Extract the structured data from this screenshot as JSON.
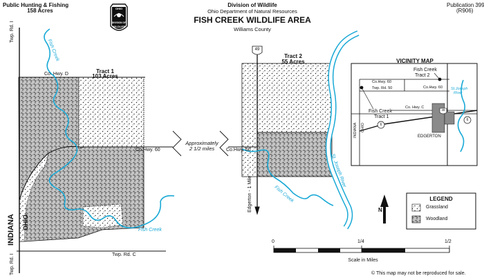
{
  "header": {
    "top_left_line1": "Public Hunting & Fishing",
    "top_left_line2": "158 Acres",
    "division": "Division of Wildlife",
    "department": "Ohio Department of Natural Resources",
    "title": "FISH CREEK WILDLIFE AREA",
    "county": "Williams County",
    "publication_line1": "Publication 399",
    "publication_line2": "(R906)",
    "logo_top": "OHIO",
    "logo_mid": "DIVISION OF",
    "logo_bottom": "WILDLIFE"
  },
  "labels": {
    "twp_rd_i_top": "Twp. Rd. I",
    "twp_rd_i_bottom": "Twp. Rd. I",
    "fish_creek_top": "Fish Creek",
    "fish_creek_bottom": "Fish Creek",
    "fish_creek_tract2": "Fish Creek",
    "co_hwy_d": "Co. Hwy. D",
    "tract1_name": "Tract 1",
    "tract1_acres": "103 Acres",
    "tract2_name": "Tract 2",
    "tract2_acres": "55 Acres",
    "co_hwy_60_left": "Co.Hwy. 60",
    "co_hwy_60_right": "Co.Hwy. 60",
    "approx_line1": "Approximately",
    "approx_line2": "2 1/2 miles",
    "route_49": "49",
    "edgerton": "Edgerton - 1 Mile",
    "st_joseph_river": "St. Joseph River",
    "indiana": "INDIANA",
    "ohio": "OHIO",
    "twp_rd_c": "Twp. Rd. C",
    "copyright": "© This map may not be reproduced for sale."
  },
  "vicinity_map": {
    "title": "VICINITY MAP",
    "fish_creek_tract2_line1": "Fish Creek",
    "fish_creek_tract2_line2": "Tract 2",
    "co_hwy_60_a": "Co.Hwy. 60",
    "co_hwy_60_b": "Co.Hwy. 60",
    "twp_rd_50": "Twp. Rd. 50",
    "st_joseph_line1": "St.Joseph",
    "st_joseph_line2": "River",
    "co_hwy_c": "Co. Hwy. C",
    "fish_creek_tract1_line1": "Fish Creek",
    "fish_creek_tract1_line2": "Tract 1",
    "indiana": "INDIANA",
    "ohio": "OHIO",
    "edgerton": "EDGERTON",
    "route_49": "49",
    "route_6_left": "6",
    "route_6_right": "6"
  },
  "legend": {
    "title": "LEGEND",
    "grassland": "Grassland",
    "woodland": "Woodland"
  },
  "scale": {
    "tick_0": "0",
    "tick_quarter": "1/4",
    "tick_half": "1/2",
    "caption": "Scale in Miles"
  },
  "north_arrow": "N",
  "colors": {
    "water": "#19a9d6",
    "woodland_fill": "#bdbdbd",
    "grassland_fill": "#ffffff",
    "town_fill": "#8a8a8a",
    "line": "#111111"
  }
}
